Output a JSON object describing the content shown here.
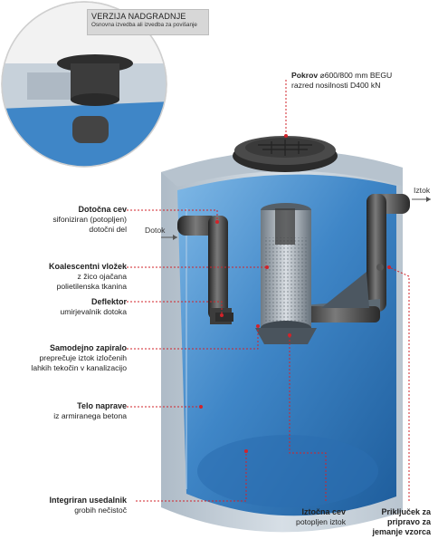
{
  "inset": {
    "title": "VERZIJA NADGRADNJE",
    "subtitle": "Osnovna izvedba ali izvedba za povišanje"
  },
  "labels": {
    "pokrov": {
      "bold": "Pokrov",
      "line1": "⌀600/800 mm BEGU",
      "line2": "razred nosilnosti D400 kN"
    },
    "dotocna_cev": {
      "bold": "Dotočna cev",
      "line1": "sifoniziran (potopljen)",
      "line2": "dotočni del"
    },
    "koalescentni": {
      "bold": "Koalescentni vložek",
      "line1": "z žico ojačana",
      "line2": "polietilenska tkanina"
    },
    "deflektor": {
      "bold": "Deflektor",
      "line1": "umirjevalnik dotoka"
    },
    "zapiralo": {
      "bold": "Samodejno zapiralo",
      "line1": "preprečuje iztok izločenih",
      "line2": "lahkih tekočin v kanalizacijo"
    },
    "telo": {
      "bold": "Telo naprave",
      "line1": "iz armiranega betona"
    },
    "usedalnik": {
      "bold": "Integriran usedalnik",
      "line1": "grobih nečistoč"
    },
    "iztocna_cev": {
      "bold": "Iztočna cev",
      "line1": "potopljen iztok"
    },
    "prikljucek": {
      "bold1": "Priključek za",
      "bold2": "pripravo za",
      "bold3": "jemanje vzorca"
    }
  },
  "flows": {
    "dotok": "Dotok",
    "iztok": "Iztok"
  },
  "colors": {
    "accent": "#d2232a",
    "water": "#3d8ccf",
    "concrete": "#c9d3dc",
    "pipe": "#3a3a3a"
  }
}
